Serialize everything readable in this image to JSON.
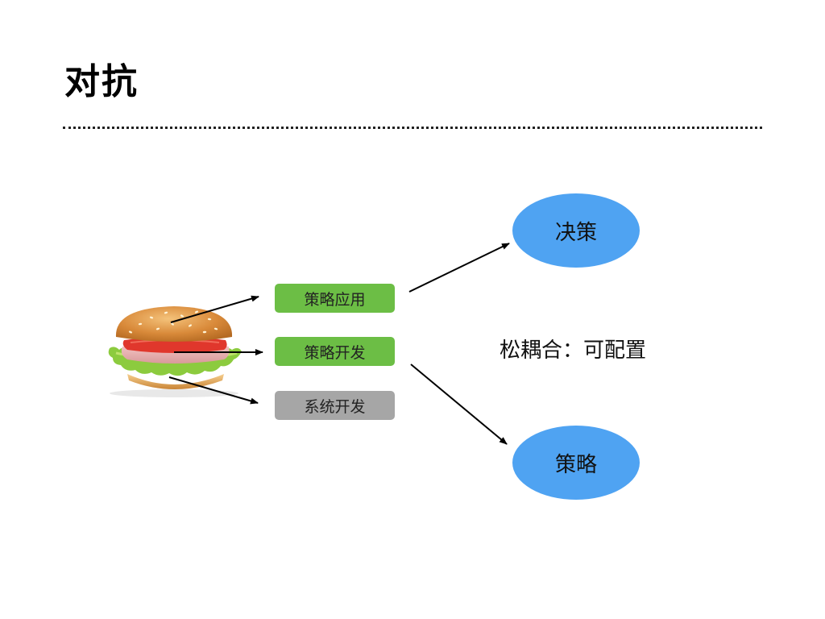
{
  "slide": {
    "title": "对抗"
  },
  "diagram": {
    "source_image": {
      "icon": "hamburger-image"
    },
    "layers": [
      {
        "label": "策略应用",
        "color": "#6cbe45"
      },
      {
        "label": "策略开发",
        "color": "#6cbe45"
      },
      {
        "label": "系统开发",
        "color": "#a6a6a6"
      }
    ],
    "targets": [
      {
        "label": "决策",
        "color": "#4fa3f2"
      },
      {
        "label": "策略",
        "color": "#4fa3f2"
      }
    ],
    "note": "松耦合：可配置"
  }
}
